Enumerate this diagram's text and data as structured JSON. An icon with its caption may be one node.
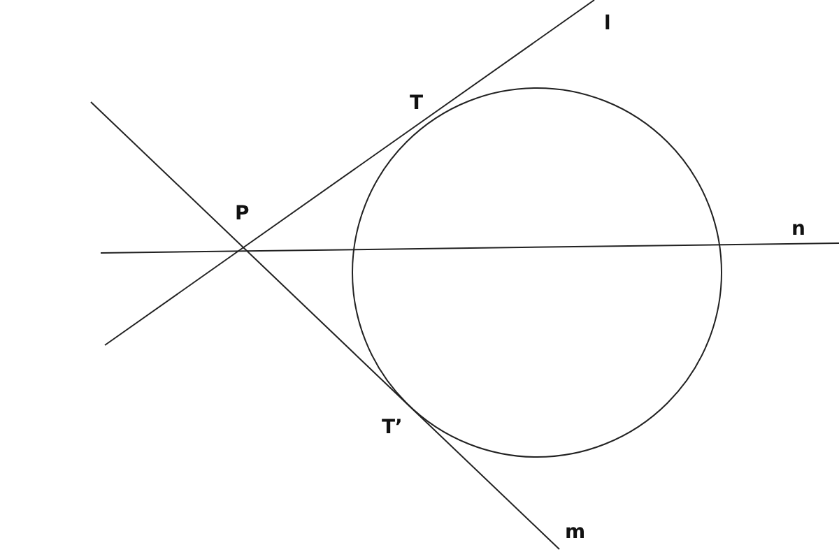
{
  "diagram": {
    "labels": [
      "l",
      "T",
      "P",
      "n",
      "T’",
      "m"
    ]
  }
}
